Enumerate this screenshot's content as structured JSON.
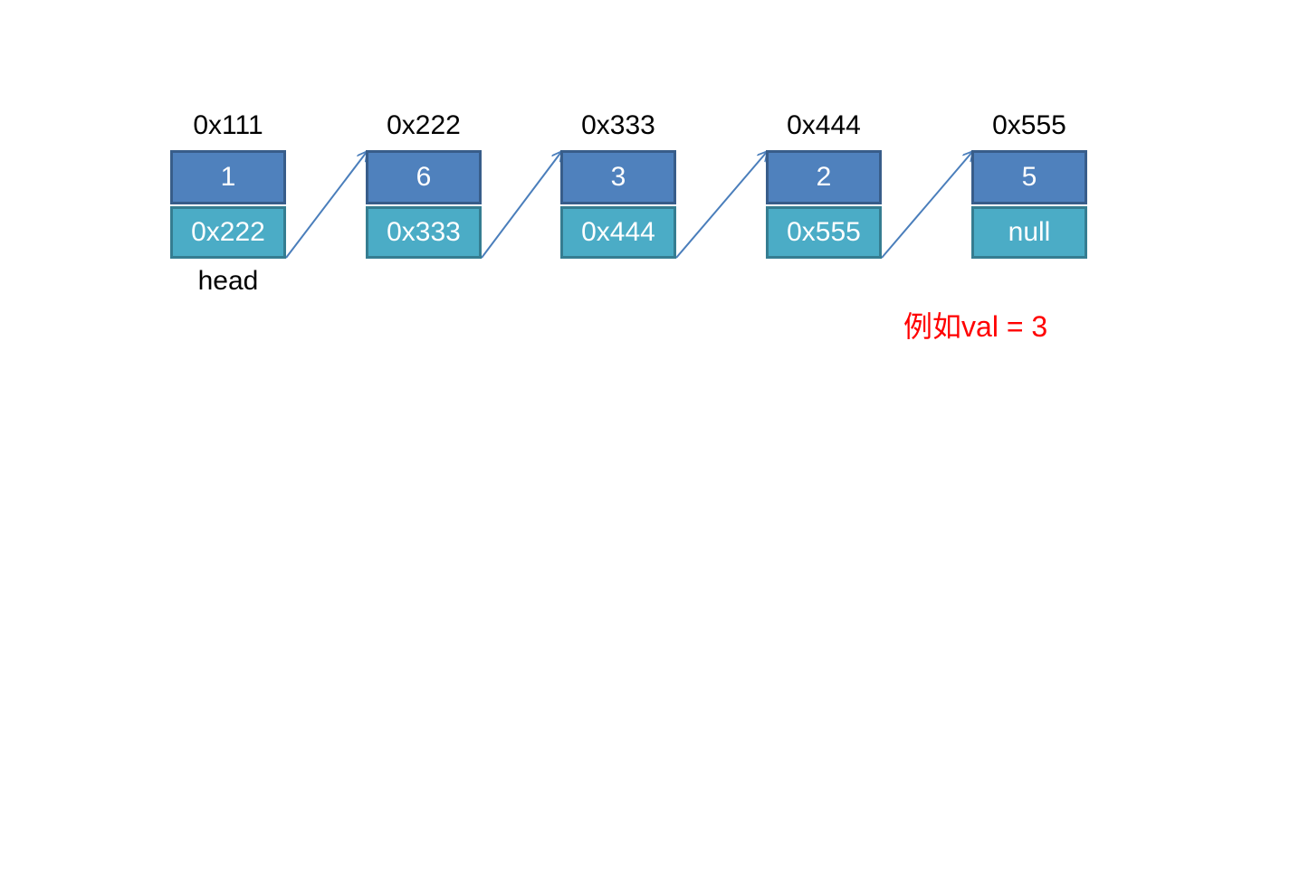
{
  "nodes": [
    {
      "address": "0x111",
      "value": "1",
      "next": "0x222"
    },
    {
      "address": "0x222",
      "value": "6",
      "next": "0x333"
    },
    {
      "address": "0x333",
      "value": "3",
      "next": "0x444"
    },
    {
      "address": "0x444",
      "value": "2",
      "next": "0x555"
    },
    {
      "address": "0x555",
      "value": "5",
      "next": "null"
    }
  ],
  "head_label": "head",
  "note": {
    "prefix": "例如",
    "text": "val = 3"
  },
  "colors": {
    "value_cell": "#4f81bd",
    "next_cell": "#4bacc6",
    "arrow": "#4a7ebb",
    "note": "#ff0000"
  }
}
